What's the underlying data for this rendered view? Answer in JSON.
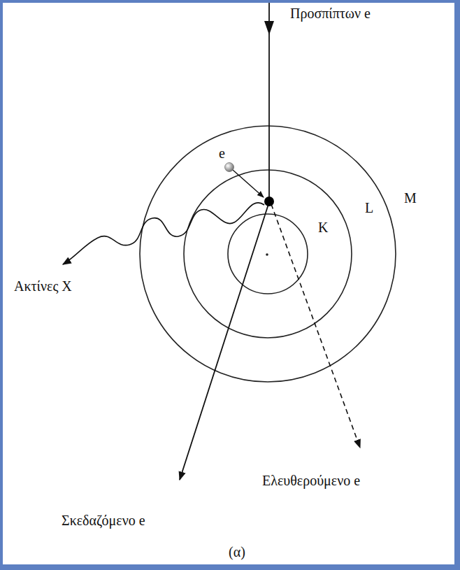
{
  "diagram": {
    "labels": [
      "Προσπίπτων e",
      "e",
      "M",
      "L",
      "K",
      "Ακτίνες X",
      "Σκεδαζόμενο e",
      "Ελευθερούμενο e",
      "(α)"
    ]
  }
}
